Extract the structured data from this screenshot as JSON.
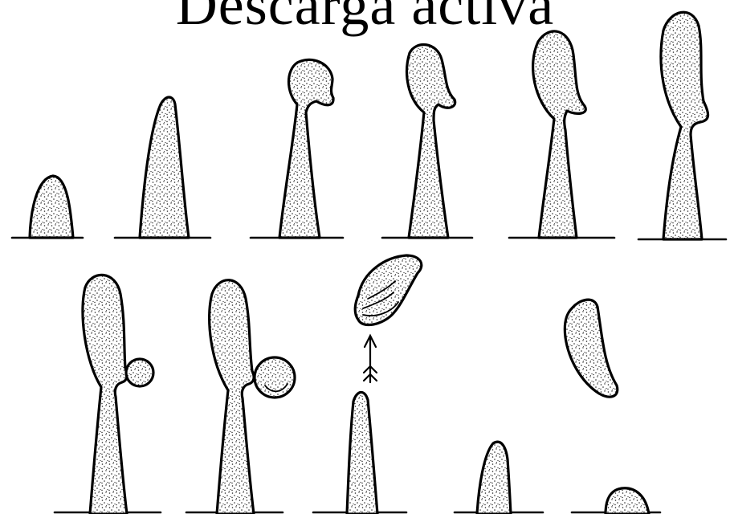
{
  "title": "Descarga activa",
  "figure": {
    "top_row_stages": 6,
    "bottom_row_stages": 5
  }
}
